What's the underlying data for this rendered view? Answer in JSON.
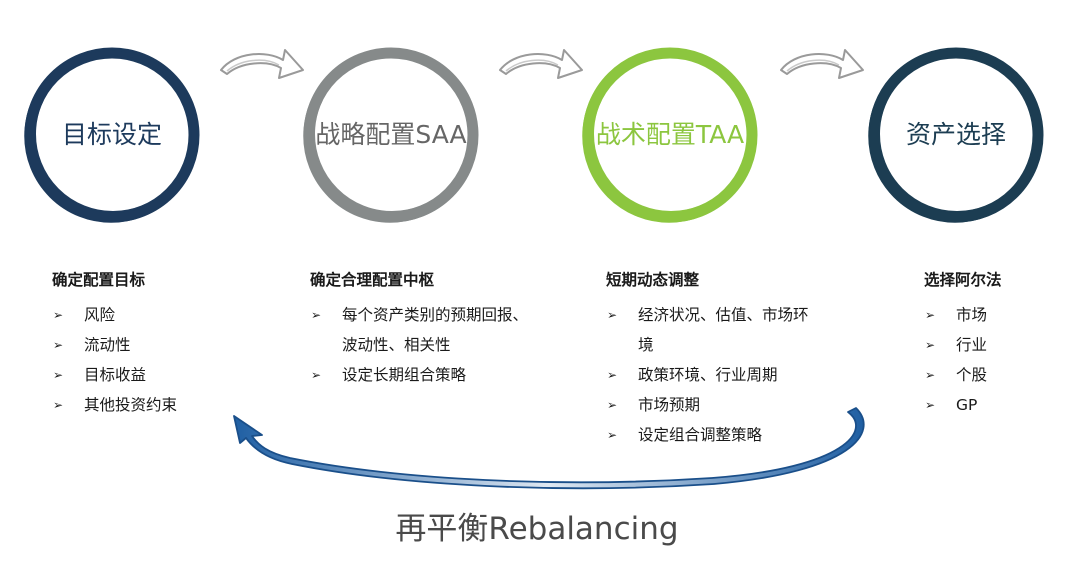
{
  "stages": [
    {
      "title": "目标设定",
      "color": "#1d3a5c",
      "heading": "确定配置目标",
      "items": [
        "风险",
        "流动性",
        "目标收益",
        "其他投资约束"
      ]
    },
    {
      "title": "战略配置SAA",
      "color": "#868a8a",
      "heading": "确定合理配置中枢",
      "items": [
        "每个资产类别的预期回报、波动性、相关性",
        "设定长期组合策略"
      ]
    },
    {
      "title": "战术配置TAA",
      "color": "#8cc63f",
      "heading": "短期动态调整",
      "items": [
        "经济状况、估值、市场环境",
        "政策环境、行业周期",
        "市场预期",
        "设定组合调整策略"
      ]
    },
    {
      "title": "资产选择",
      "color": "#1c3d52",
      "heading": "选择阿尔法",
      "items": [
        "市场",
        "行业",
        "个股",
        "GP"
      ]
    }
  ],
  "bullet": "➢",
  "rebalancing": {
    "label": "再平衡Rebalancing",
    "color": "#2a6fb4"
  }
}
